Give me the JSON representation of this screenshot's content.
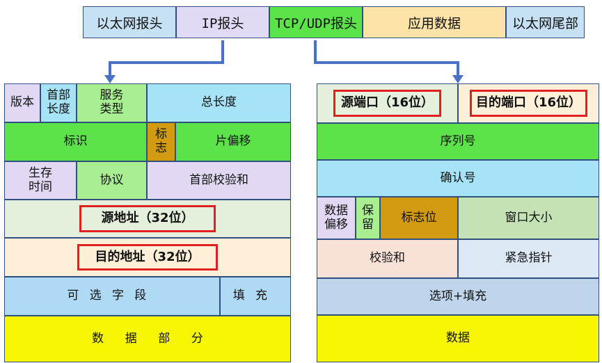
{
  "header_bar": {
    "segments": [
      "以太网报头",
      "IP报头",
      "TCP/UDP报头",
      "应用数据",
      "以太网尾部"
    ],
    "colors": [
      "#c7e1f4",
      "#e1d9f5",
      "#5de34a",
      "#fde3a7",
      "#c7e1f4"
    ]
  },
  "ip_header": {
    "version": "版本",
    "header_length": "首部\n长度",
    "service_type": "服务\n类型",
    "total_length": "总长度",
    "identification": "标识",
    "flags": "标\n志",
    "fragment_offset": "片偏移",
    "ttl": "生存\n时间",
    "protocol": "协议",
    "header_checksum": "首部校验和",
    "source_address": "源地址（32位）",
    "dest_address": "目的地址（32位）",
    "options": "可选字段",
    "padding": "填充",
    "data": "数据部分"
  },
  "tcp_header": {
    "source_port": "源端口（16位）",
    "dest_port": "目的端口（16位）",
    "sequence_number": "序列号",
    "ack_number": "确认号",
    "data_offset": "数据\n偏移",
    "reserved": "保\n留",
    "flag_bits": "标志位",
    "window_size": "窗口大小",
    "checksum": "校验和",
    "urgent_pointer": "紧急指针",
    "options_padding": "选项+填充",
    "data": "数据"
  },
  "colors": {
    "border": "#2f4f7f",
    "arrow": "#4a72c4",
    "highlight": "#e02020",
    "purple": "#e3d8f3",
    "light_blue": "#a6e3f7",
    "green": "#5de34a",
    "light_green": "#a9ee90",
    "orange_brown": "#d19a10",
    "pale_green": "#e4efdc",
    "pale_orange": "#fdefd8",
    "sky_blue": "#aedbf3",
    "yellow": "#f7f703",
    "sage": "#c5e2b4",
    "peach": "#f8e2d8",
    "pale_blue": "#dde8f5",
    "steel_blue": "#bed5ec"
  }
}
